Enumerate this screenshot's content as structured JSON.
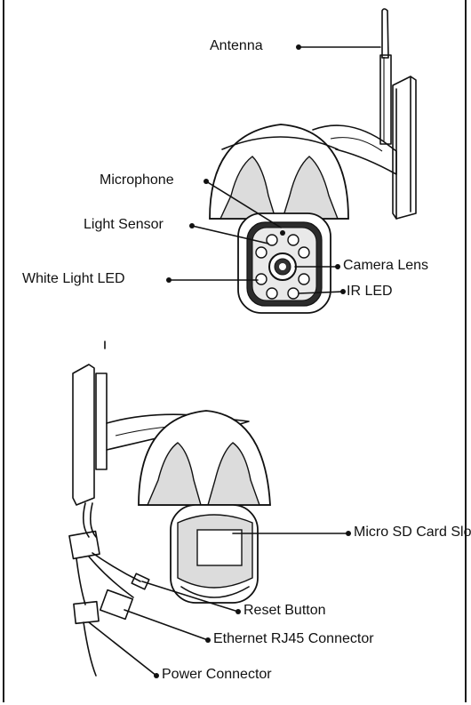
{
  "labels": {
    "antenna": "Antenna",
    "microphone": "Microphone",
    "light_sensor": "Light Sensor",
    "white_light_led": "White Light LED",
    "camera_lens": "Camera Lens",
    "ir_led": "IR LED",
    "micro_sd_card_slot": "Micro SD Card Slot",
    "reset_button": "Reset Button",
    "ethernet_rj45_connector": "Ethernet RJ45 Connector",
    "power_connector": "Power Connector"
  }
}
